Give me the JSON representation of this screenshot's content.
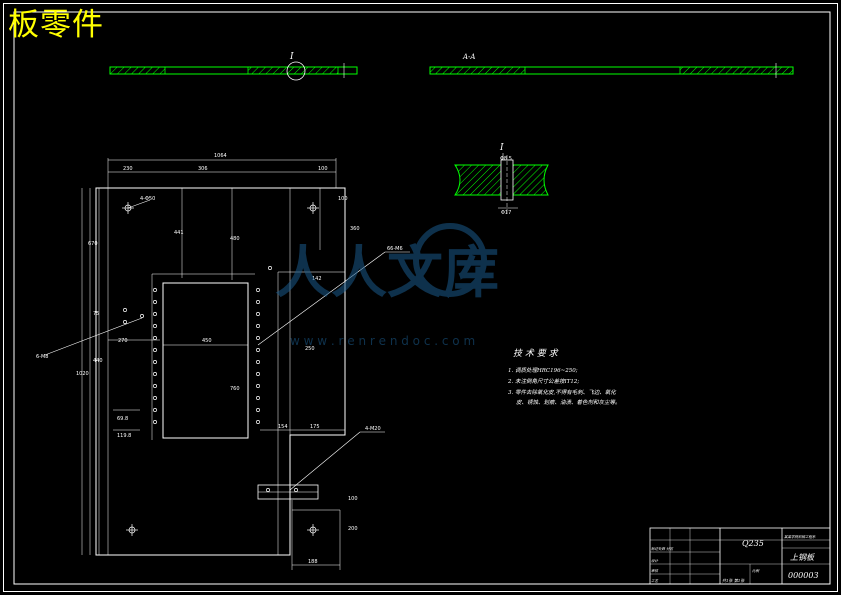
{
  "page_title": "板零件",
  "watermark": {
    "logo_text": "人人文库",
    "url_text": "w w w . r e n r e n d o c . c o m"
  },
  "tech_req": {
    "heading": "技 术 要 求",
    "items": [
      "1. 调质处理HRC196~250;",
      "2. 未注倒角尺寸公差按IT12;",
      "3. 零件去除氧化皮,不得有毛刺、飞边、氧化",
      "皮、锈蚀、划痕、油渍、着色剂和灰尘等。"
    ]
  },
  "section_views": {
    "detail_label": "I",
    "detail_mark": "I",
    "section_mark": "A-A"
  },
  "dimensions": {
    "overall_width": "1064",
    "top_left": "230",
    "top_mid": "306",
    "top_right": "100",
    "right_small": "100",
    "left_height": "670",
    "inner_height1": "441",
    "inner_height2": "480",
    "inner_right": "360",
    "mid_v1": "75",
    "mid_v2": "440",
    "width_270": "270",
    "mid_w": "450",
    "mid_h": "760",
    "bottom_left1": "69.8",
    "bottom_left2": "119.8",
    "right_w1": "142",
    "right_w2": "250",
    "bottom_w1": "154",
    "bottom_w2": "175",
    "bottom_w3": "188",
    "bottom_h": "200",
    "right_h": "100",
    "height_total": "1020",
    "hole_count": "66-M6",
    "corner_holes": "4-Φ50",
    "holes_bottom": "4-M20",
    "holes_left": "6-M8",
    "sect_dim_top": "Φ8.5",
    "sect_dim_bot": "Φ17"
  },
  "title_block": {
    "material": "Q235",
    "part_name": "上钢板",
    "drawing_no": "000003",
    "designer_label": "标记处数 分区",
    "row2": "设计",
    "row3": "审核",
    "row4": "工艺",
    "scale_label": "比例",
    "sheet_info": "共1张  第1张",
    "company": "某某学院机械工程系"
  }
}
